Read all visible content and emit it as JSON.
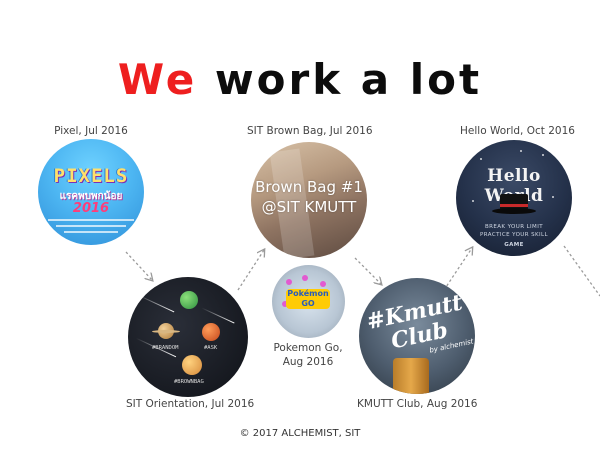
{
  "headline": {
    "accent": "We",
    "rest": "work a lot"
  },
  "events": [
    {
      "id": "pixel",
      "caption": "Pixel, Jul 2016"
    },
    {
      "id": "orientation",
      "caption": "SIT Orientation, Jul 2016"
    },
    {
      "id": "brownbag",
      "caption": "SIT Brown Bag, Jul 2016"
    },
    {
      "id": "pokemon",
      "caption_line1": "Pokemon Go,",
      "caption_line2": "Aug 2016"
    },
    {
      "id": "kmutt",
      "caption": "KMUTT Club, Aug 2016"
    },
    {
      "id": "helloworld",
      "caption": "Hello World, Oct 2016"
    }
  ],
  "art": {
    "pixel": {
      "title": "PIXELS",
      "year": "2016"
    },
    "orientation": {
      "tags": [
        "#BRANDOM",
        "#ASK",
        "#BROWNBAG"
      ]
    },
    "brownbag": {
      "line1": "Brown Bag #1",
      "line2": "@SIT KMUTT"
    },
    "pokemon": {
      "logo_line1": "Pokémon",
      "logo_line2": "GO"
    },
    "kmutt": {
      "title_line1": "#Kmutt",
      "title_line2": "Club",
      "byline": "by alchemist"
    },
    "helloworld": {
      "title": "Hello World",
      "tag1": "BREAK YOUR LIMIT",
      "tag2": "PRACTICE YOUR SKILL",
      "tag3": "GAME"
    }
  },
  "footer": "© 2017 ALCHEMIST, SIT",
  "colors": {
    "accent": "#ee1f1f",
    "text": "#0c0c0c",
    "caption": "#444444",
    "arrow": "#9a9a9a"
  }
}
